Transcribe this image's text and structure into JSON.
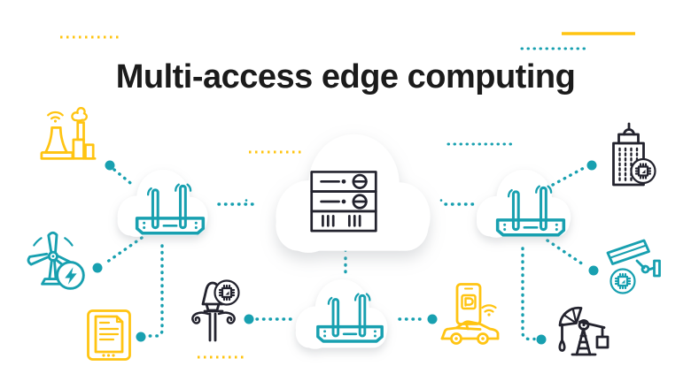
{
  "title": "Multi-access edge computing",
  "colors": {
    "teal": "#18A0B0",
    "yellow": "#FFC412",
    "dark": "#23232E",
    "background": "#FFFFFF",
    "title_text": "#1B1B1B"
  },
  "diagram": {
    "clouds": [
      {
        "id": "central",
        "icon": "server-icon"
      },
      {
        "id": "left",
        "icon": "router-icon"
      },
      {
        "id": "right",
        "icon": "router-icon"
      },
      {
        "id": "bottom",
        "icon": "router-icon"
      }
    ],
    "devices": [
      {
        "id": "power-plant",
        "icon": "power-plant-icon",
        "color": "yellow"
      },
      {
        "id": "wind-turbine",
        "icon": "wind-turbine-icon",
        "color": "teal"
      },
      {
        "id": "tablet",
        "icon": "tablet-icon",
        "color": "yellow"
      },
      {
        "id": "street-lamp",
        "icon": "street-lamp-icon",
        "color": "dark"
      },
      {
        "id": "connected-car",
        "icon": "car-parking-phone-icon",
        "color": "yellow"
      },
      {
        "id": "oil-pump",
        "icon": "oil-pump-icon",
        "color": "dark"
      },
      {
        "id": "cctv-camera",
        "icon": "cctv-camera-icon",
        "color": "teal"
      },
      {
        "id": "smart-building",
        "icon": "smart-building-icon",
        "color": "dark"
      }
    ]
  }
}
